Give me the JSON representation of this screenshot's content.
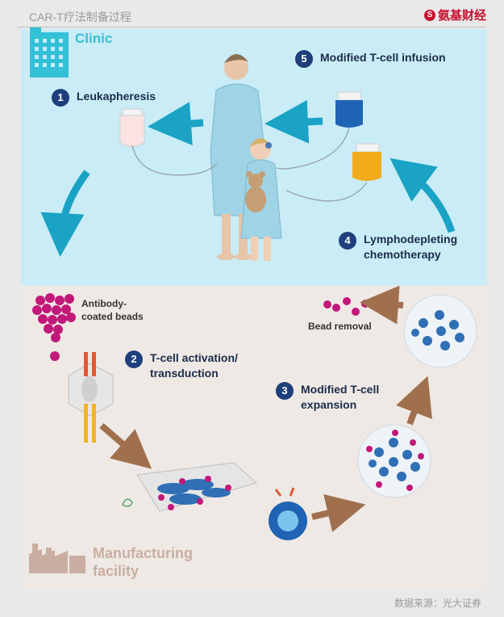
{
  "header": {
    "title": "CAR-T疗法制备过程",
    "brand": "氨基财经",
    "brand_mark": "S"
  },
  "clinic": {
    "label": "Clinic"
  },
  "manufacturing": {
    "label": "Manufacturing\nfacility"
  },
  "steps": [
    {
      "number": "1",
      "label": "Leukapheresis"
    },
    {
      "number": "2",
      "label": "T-cell activation/\ntransduction"
    },
    {
      "number": "3",
      "label": "Modified T-cell\nexpansion"
    },
    {
      "number": "4",
      "label": "Lymphodepleting\nchemotherapy"
    },
    {
      "number": "5",
      "label": "Modified T-cell infusion"
    }
  ],
  "annotations": {
    "beads": "Antibody-\ncoated beads",
    "bead_removal": "Bead removal"
  },
  "footer": {
    "source": "数据来源：光大证券"
  },
  "colors": {
    "clinic_bg": "#c9ecf6",
    "manufacturing_bg": "#efe9e5",
    "step_badge": "#1e3f7b",
    "clinic_accent": "#33c1d8",
    "arrow_clinic": "#1aa3c4",
    "arrow_mfg": "#a0704e",
    "bead": "#c2187a"
  }
}
